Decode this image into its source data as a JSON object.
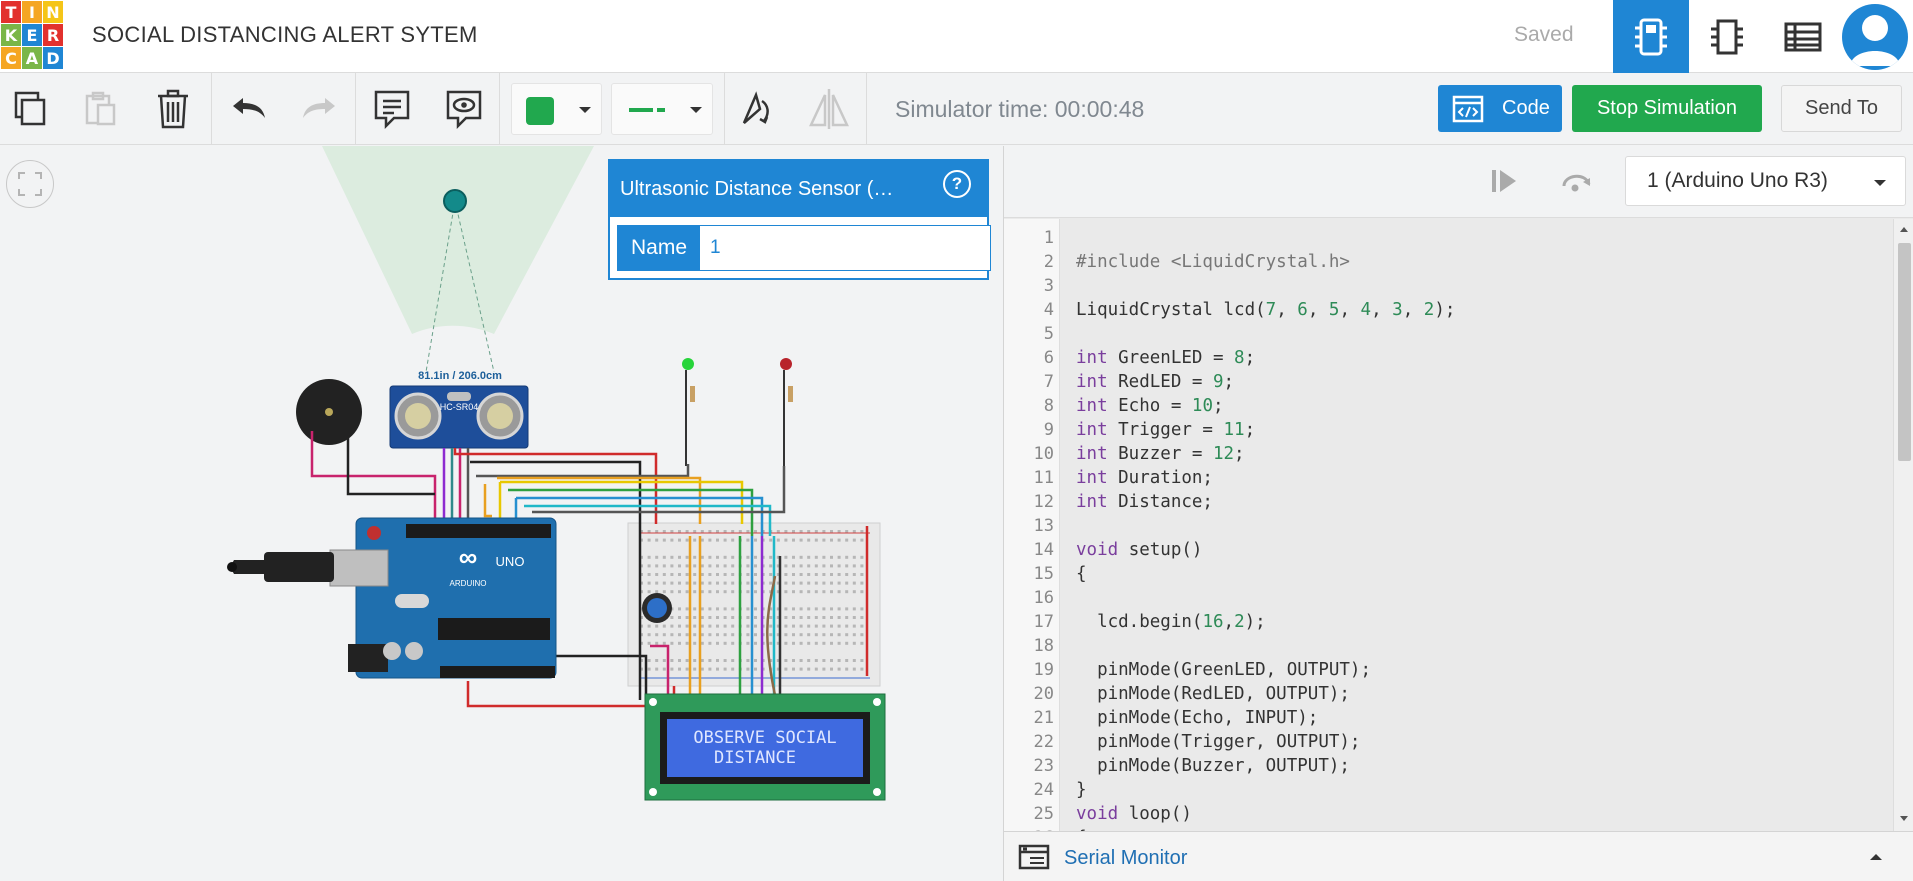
{
  "logo": {
    "letters": [
      "T",
      "I",
      "N",
      "K",
      "E",
      "R",
      "C",
      "A",
      "D"
    ],
    "colors": [
      "#e2312d",
      "#f5a623",
      "#f5c518",
      "#7ab648",
      "#1f86d4",
      "#e2312d",
      "#f5a623",
      "#7ab648",
      "#1f86d4"
    ]
  },
  "header": {
    "title": "SOCIAL DISTANCING ALERT SYTEM",
    "saved": "Saved",
    "view_buttons": [
      "circuit-view-icon",
      "schematic-view-icon",
      "component-list-icon"
    ],
    "accent": "#1f86d4"
  },
  "toolbar": {
    "icons": [
      "copy-icon",
      "paste-icon",
      "delete-icon",
      "undo-icon",
      "redo-icon",
      "notes-icon",
      "toggle-notes-visibility-icon",
      "wire-color-picker",
      "wire-type-picker",
      "rotate-icon",
      "flip-icon"
    ],
    "wire_color": "#21a84e",
    "sim_time": "Simulator time: 00:00:48",
    "code_label": "Code",
    "stop_label": "Stop Simulation",
    "send_label": "Send To",
    "stop_color": "#21a84e"
  },
  "canvas": {
    "sensor_readout": "81.1in / 206.0cm",
    "sensor_model": "HC-SR04",
    "board_label": "ARDUINO",
    "board_model": "UNO",
    "lcd_text": [
      "OBSERVE SOCIAL",
      "DISTANCE"
    ]
  },
  "properties": {
    "title": "Ultrasonic Distance Sensor (…",
    "help": "?",
    "name_label": "Name",
    "name_value": "1"
  },
  "code": {
    "board": "1 (Arduino Uno R3)",
    "serial_monitor": "Serial Monitor",
    "lines": [
      "",
      "#include <LiquidCrystal.h>",
      "",
      "LiquidCrystal lcd(7, 6, 5, 4, 3, 2);",
      "",
      "int GreenLED = 8;",
      "int RedLED = 9;",
      "int Echo = 10;",
      "int Trigger = 11;",
      "int Buzzer = 12;",
      "int Duration;",
      "int Distance;",
      "",
      "void setup()",
      "{",
      "",
      "  lcd.begin(16,2);",
      "",
      "  pinMode(GreenLED, OUTPUT);",
      "  pinMode(RedLED, OUTPUT);",
      "  pinMode(Echo, INPUT);",
      "  pinMode(Trigger, OUTPUT);",
      "  pinMode(Buzzer, OUTPUT);",
      "}",
      "void loop()",
      "{"
    ]
  }
}
